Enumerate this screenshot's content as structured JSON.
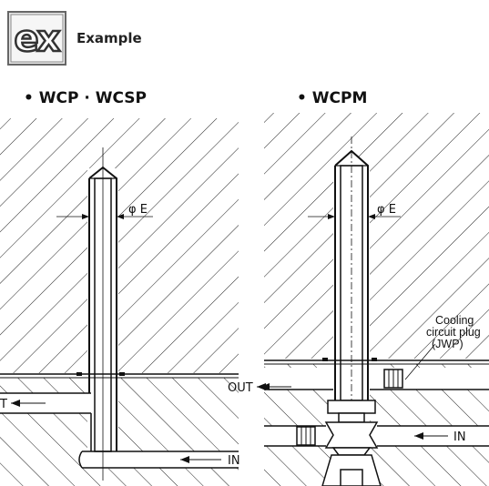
{
  "logo": {
    "text": "ex"
  },
  "example_label": "Example",
  "left_diagram": {
    "title": "• WCP · WCSP",
    "dim_label": "φ E",
    "out_label": "T",
    "in_label": "IN"
  },
  "right_diagram": {
    "title": "• WCPM",
    "dim_label": "φ E",
    "out_label": "OUT",
    "in_label": "IN",
    "callout": [
      "Cooling",
      "circuit plug",
      "(JWP)"
    ]
  }
}
